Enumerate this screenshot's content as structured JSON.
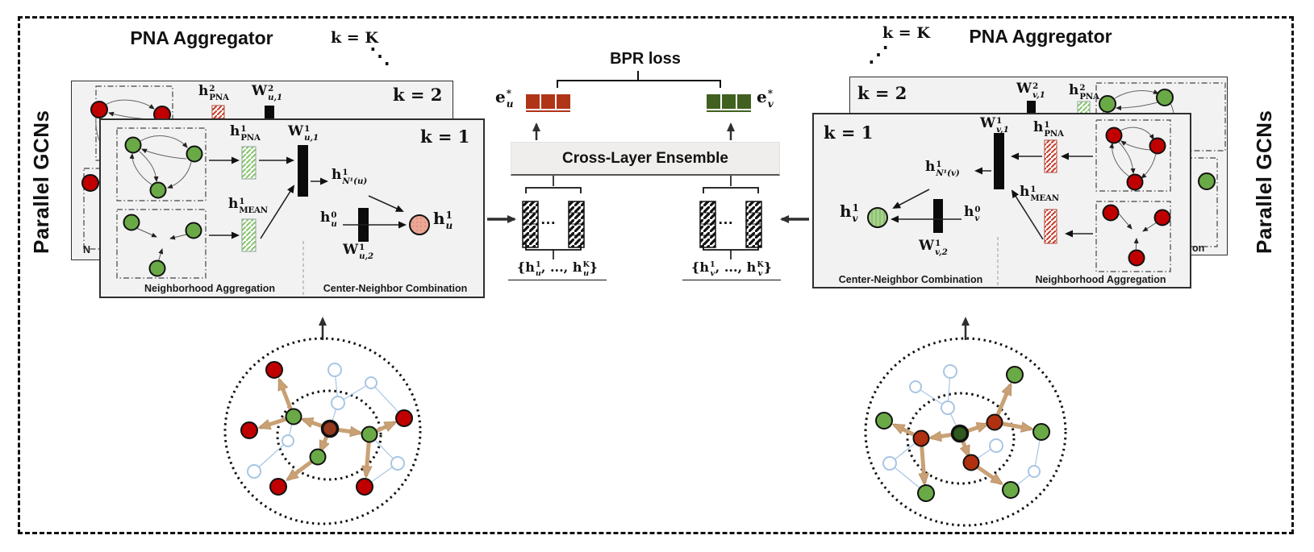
{
  "left": {
    "title": "PNA Aggregator",
    "kK": "k = K",
    "gcns": "Parallel GCNs",
    "k2": {
      "label": "k = 2",
      "hpna": {
        "b": "h",
        "sup": "2",
        "sub": "PNA"
      },
      "w1": {
        "b": "W",
        "sup": "2",
        "sub": "u,1"
      },
      "trunc": "N"
    },
    "k1": {
      "label": "k = 1",
      "hpna": {
        "b": "h",
        "sup": "1",
        "sub": "PNA"
      },
      "hmean": {
        "b": "h",
        "sup": "1",
        "sub": "MEAN"
      },
      "w1": {
        "b": "W",
        "sup": "1",
        "sub": "u,1"
      },
      "w2": {
        "b": "W",
        "sup": "1",
        "sub": "u,2"
      },
      "hN": {
        "b": "h",
        "sup": "1",
        "sub": "N¹(u)"
      },
      "h0": {
        "b": "h",
        "sup": "0",
        "sub": "u"
      },
      "h1": {
        "b": "h",
        "sup": "1",
        "sub": "u"
      },
      "na": "Neighborhood Aggregation",
      "cn": "Center-Neighbor Combination"
    }
  },
  "right": {
    "title": "PNA Aggregator",
    "kK": "k = K",
    "gcns": "Parallel GCNs",
    "k2": {
      "label": "k = 2",
      "hpna": {
        "b": "h",
        "sup": "2",
        "sub": "PNA"
      },
      "w1": {
        "b": "W",
        "sup": "2",
        "sub": "v,1"
      },
      "trunc": "on"
    },
    "k1": {
      "label": "k = 1",
      "hpna": {
        "b": "h",
        "sup": "1",
        "sub": "PNA"
      },
      "hmean": {
        "b": "h",
        "sup": "1",
        "sub": "MEAN"
      },
      "w1": {
        "b": "W",
        "sup": "1",
        "sub": "v,1"
      },
      "w2": {
        "b": "W",
        "sup": "1",
        "sub": "v,2"
      },
      "hN": {
        "b": "h",
        "sup": "1",
        "sub": "N¹(v)"
      },
      "h0": {
        "b": "h",
        "sup": "0",
        "sub": "v"
      },
      "h1": {
        "b": "h",
        "sup": "1",
        "sub": "v"
      },
      "cn": "Center-Neighbor Combination",
      "na": "Neighborhood Aggregation"
    }
  },
  "center": {
    "bpr": "BPR loss",
    "ensemble": "Cross-Layer Ensemble",
    "dots": "...",
    "eu": {
      "b": "e",
      "sup": "*",
      "sub": "u"
    },
    "ev": {
      "b": "e",
      "sup": "*",
      "sub": "v"
    },
    "setu": {
      "open": "{",
      "h1": {
        "b": "h",
        "sup": "1",
        "sub": "u"
      },
      "mid": ", ..., ",
      "hK": {
        "b": "h",
        "sup": "K",
        "sub": "u"
      },
      "close": "}"
    },
    "setv": {
      "open": "{",
      "h1": {
        "b": "h",
        "sup": "1",
        "sub": "v"
      },
      "mid": ", ..., ",
      "hK": {
        "b": "h",
        "sup": "K",
        "sub": "v"
      },
      "close": "}"
    }
  },
  "colors": {
    "chip_red": "#b03418",
    "chip_green": "#40611f",
    "node_red": "#c00000",
    "node_green": "#6aaa46",
    "center_node_left": "#93391d",
    "center_node_right": "#2f5a1d",
    "salmon_circle": "#eba795",
    "lightgreen_circle": "#a9d18e",
    "arrow_tan": "#c9a175",
    "faded_blue": "#a8c6e4",
    "panel_bg": "#f2f2f2"
  }
}
